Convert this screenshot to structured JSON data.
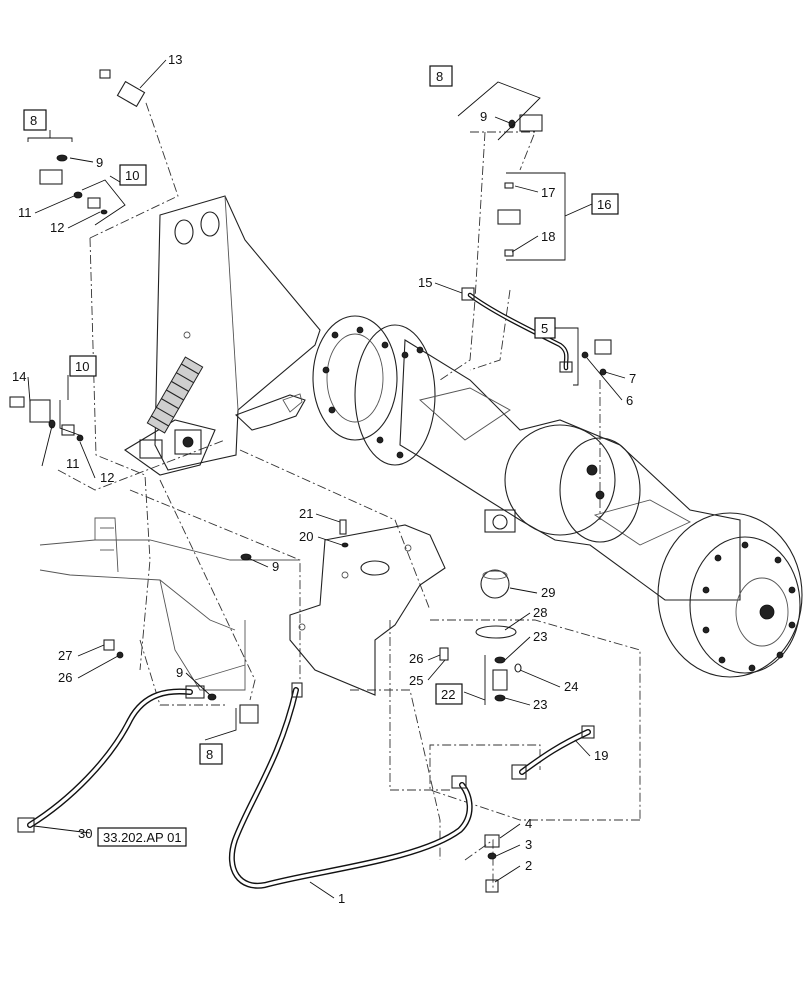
{
  "callouts": {
    "c1": "1",
    "c2": "2",
    "c3": "3",
    "c4": "4",
    "c5": "5",
    "c6": "6",
    "c7": "7",
    "c9": "9",
    "c11": "11",
    "c12": "12",
    "c13": "13",
    "c14": "14",
    "c15": "15",
    "c17": "17",
    "c18": "18",
    "c19": "19",
    "c20": "20",
    "c21": "21",
    "c22": "22",
    "c23": "23",
    "c24": "24",
    "c25": "25",
    "c26": "26",
    "c27": "27",
    "c28": "28",
    "c29": "29",
    "c30": "30",
    "c8": "8",
    "c10": "10",
    "c16": "16"
  },
  "reference": "33.202.AP 01"
}
